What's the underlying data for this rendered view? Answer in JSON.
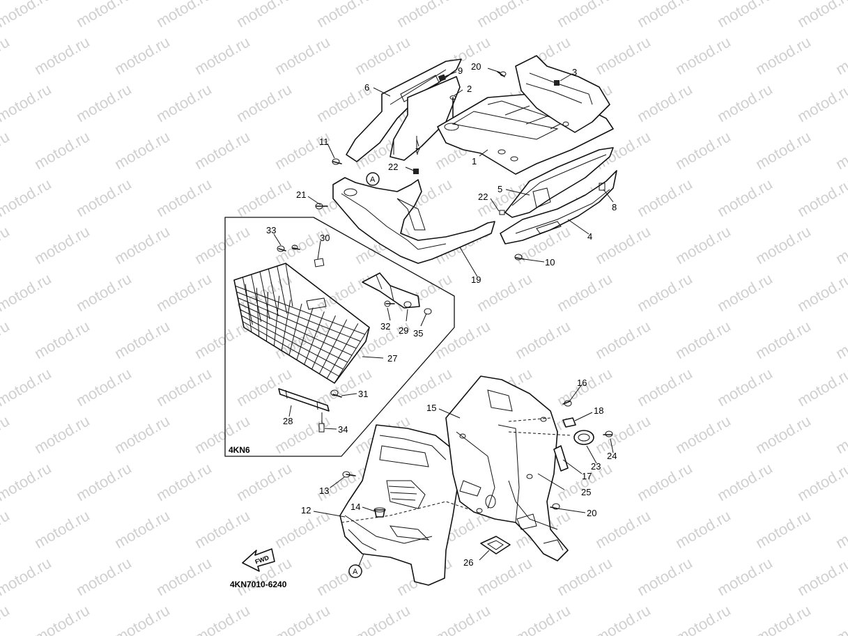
{
  "watermark": "motod.ru",
  "inset_label": "4KN6",
  "diagram_code": "4KN7010-6240",
  "fwd_label": "FWD",
  "ref_marker": "A",
  "callouts": {
    "c1": "1",
    "c2": "2",
    "c3": "3",
    "c4": "4",
    "c5": "5",
    "c6": "6",
    "c7": "7",
    "c8": "8",
    "c9": "9",
    "c10": "10",
    "c11": "11",
    "c12": "12",
    "c13": "13",
    "c14": "14",
    "c15": "15",
    "c16": "16",
    "c17": "17",
    "c18": "18",
    "c19": "19",
    "c20a": "20",
    "c20b": "20",
    "c21": "21",
    "c22a": "22",
    "c22b": "22",
    "c23": "23",
    "c24": "24",
    "c25": "25",
    "c26": "26",
    "c27": "27",
    "c28": "28",
    "c29": "29",
    "c30": "30",
    "c31": "31",
    "c32": "32",
    "c33": "33",
    "c34": "34",
    "c35": "35"
  }
}
